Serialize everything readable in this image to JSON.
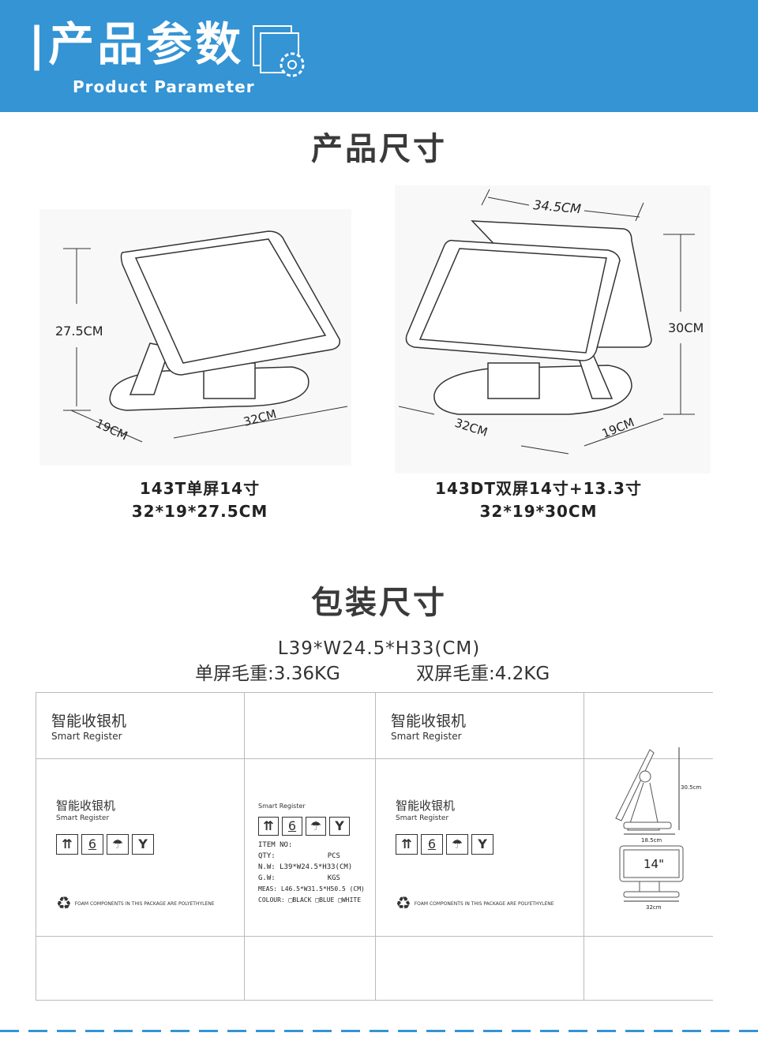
{
  "header": {
    "title": "产品参数",
    "subtitle": "Product Parameter",
    "icon": "settings-window-icon",
    "color": "#3494d4"
  },
  "size_section": {
    "title": "产品尺寸",
    "single": {
      "height": "27.5CM",
      "depth": "19CM",
      "width": "32CM",
      "model": "143T单屏14寸",
      "dims": "32*19*27.5CM"
    },
    "dual": {
      "width_top": "34.5CM",
      "height": "30CM",
      "width": "32CM",
      "depth": "19CM",
      "model": "143DT双屏14寸+13.3寸",
      "dims": "32*19*30CM"
    }
  },
  "package_section": {
    "title": "包装尺寸",
    "dims": "L39*W24.5*H33(CM)",
    "single_weight": "单屏毛重:3.36KG",
    "dual_weight": "双屏毛重:4.2KG",
    "box": {
      "name_cn": "智能收银机",
      "name_en": "Smart Register",
      "foam_note": "FOAM COMPONENTS IN THIS PACKAGE ARE POLYETHYLENE",
      "label": {
        "item": "ITEM NO:",
        "qty": "QTY:",
        "pcs": "PCS",
        "nw": "N.W:",
        "gw": "G.W:",
        "kgs": "KGS",
        "size": "L39*W24.5*H33(CM)",
        "meas": "MEAS: L46.5*W31.5*H50.5 (CM)",
        "colour": "COLOUR: □BLACK □BLUE □WHITE"
      },
      "side": {
        "height": "30.5cm",
        "depth": "18.5cm",
        "screen": "14\"",
        "width": "32cm"
      },
      "stack_number": "6"
    }
  }
}
